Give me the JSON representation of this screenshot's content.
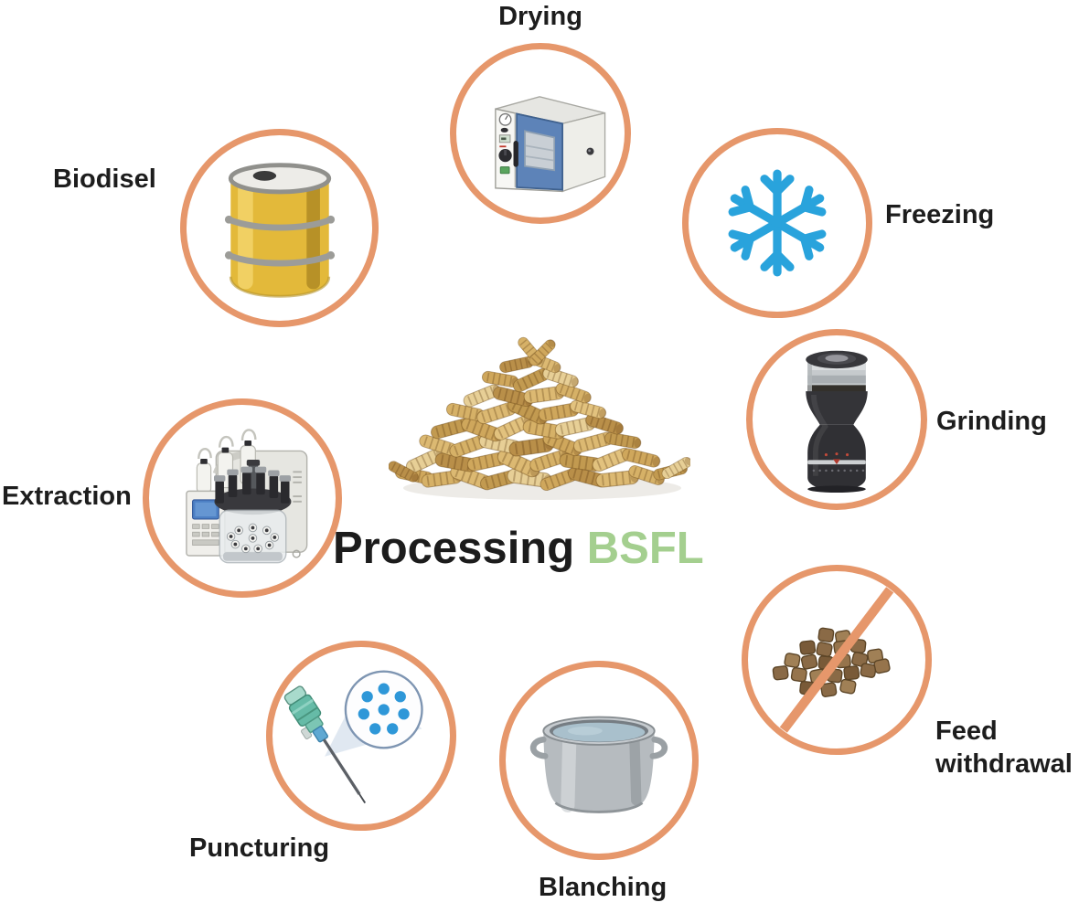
{
  "figure": {
    "title": {
      "main": "Processing",
      "highlight": "BSFL"
    }
  },
  "steps": {
    "drying": {
      "label": "Drying",
      "icon": "drying-oven-icon"
    },
    "freezing": {
      "label": "Freezing",
      "icon": "snowflake-icon"
    },
    "grinding": {
      "label": "Grinding",
      "icon": "grinder-icon"
    },
    "feed_withdrawal": {
      "label": "Feed withdrawal",
      "icon": "no-feed-icon"
    },
    "blanching": {
      "label": "Blanching",
      "icon": "cooking-pot-icon"
    },
    "puncturing": {
      "label": "Puncturing",
      "icon": "puncture-needle-icon"
    },
    "extraction": {
      "label": "Extraction",
      "icon": "extraction-apparatus-icon"
    },
    "biodisel": {
      "label": "Biodisel",
      "icon": "oil-barrel-icon"
    }
  },
  "center_icon": "larvae-pile-image",
  "colors": {
    "ring": "#E6976B",
    "label_text": "#1D1D1D",
    "title_text": "#1C1C1C",
    "title_highlight": "#A4CF8F",
    "flake_blue": "#29A3DC",
    "pellet_brown": "#8A6A46",
    "barrel_yellow": "#E3B93A",
    "larvae_tan": "#D8B671"
  }
}
